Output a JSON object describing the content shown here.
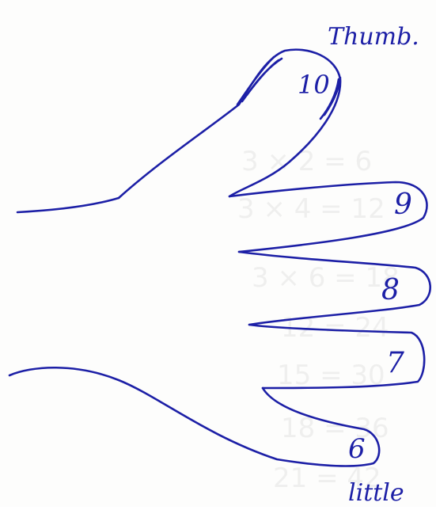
{
  "labels": {
    "thumb": "Thumb.",
    "little": "little"
  },
  "fingers": [
    {
      "finger": "thumb",
      "number": "10"
    },
    {
      "finger": "index",
      "number": "9"
    },
    {
      "finger": "middle",
      "number": "8"
    },
    {
      "finger": "ring",
      "number": "7"
    },
    {
      "finger": "little",
      "number": "6"
    }
  ],
  "show_through_lines": [
    "3 × 2 = 6",
    "3 × 4 = 12",
    "3 × 6 = 18",
    "12 = 24",
    "15 = 30",
    "18 = 36",
    "21 = 42"
  ],
  "colors": {
    "ink": "#1c1fa6",
    "paper": "#fdfdfc",
    "bleed_through": "#e4e4e4"
  }
}
